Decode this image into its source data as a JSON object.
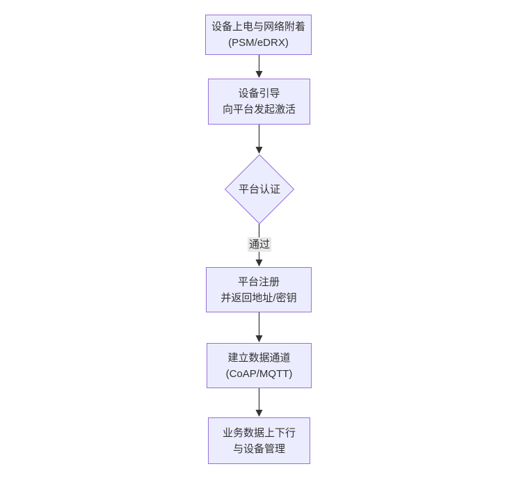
{
  "diagram": {
    "type": "flowchart",
    "direction": "top-down",
    "colors": {
      "node_fill": "#ECECFF",
      "node_border": "#9370DB",
      "text": "#333333",
      "edge": "#333333",
      "edge_label_bg": "#e8e8e8"
    },
    "nodes": [
      {
        "id": "power-attach",
        "shape": "rect",
        "lines": [
          "设备上电与网络附着",
          "(PSM/eDRX)"
        ]
      },
      {
        "id": "bootstrap",
        "shape": "rect",
        "lines": [
          "设备引导",
          "向平台发起激活"
        ]
      },
      {
        "id": "platform-auth",
        "shape": "diamond",
        "lines": [
          "平台认证"
        ]
      },
      {
        "id": "platform-register",
        "shape": "rect",
        "lines": [
          "平台注册",
          "并返回地址/密钥"
        ]
      },
      {
        "id": "data-channel",
        "shape": "rect",
        "lines": [
          "建立数据通道",
          "(CoAP/MQTT)"
        ]
      },
      {
        "id": "business-data",
        "shape": "rect",
        "lines": [
          "业务数据上下行",
          "与设备管理"
        ]
      }
    ],
    "edges": [
      {
        "from": "power-attach",
        "to": "bootstrap",
        "label": ""
      },
      {
        "from": "bootstrap",
        "to": "platform-auth",
        "label": ""
      },
      {
        "from": "platform-auth",
        "to": "platform-register",
        "label": "通过"
      },
      {
        "from": "platform-register",
        "to": "data-channel",
        "label": ""
      },
      {
        "from": "data-channel",
        "to": "business-data",
        "label": ""
      }
    ]
  }
}
